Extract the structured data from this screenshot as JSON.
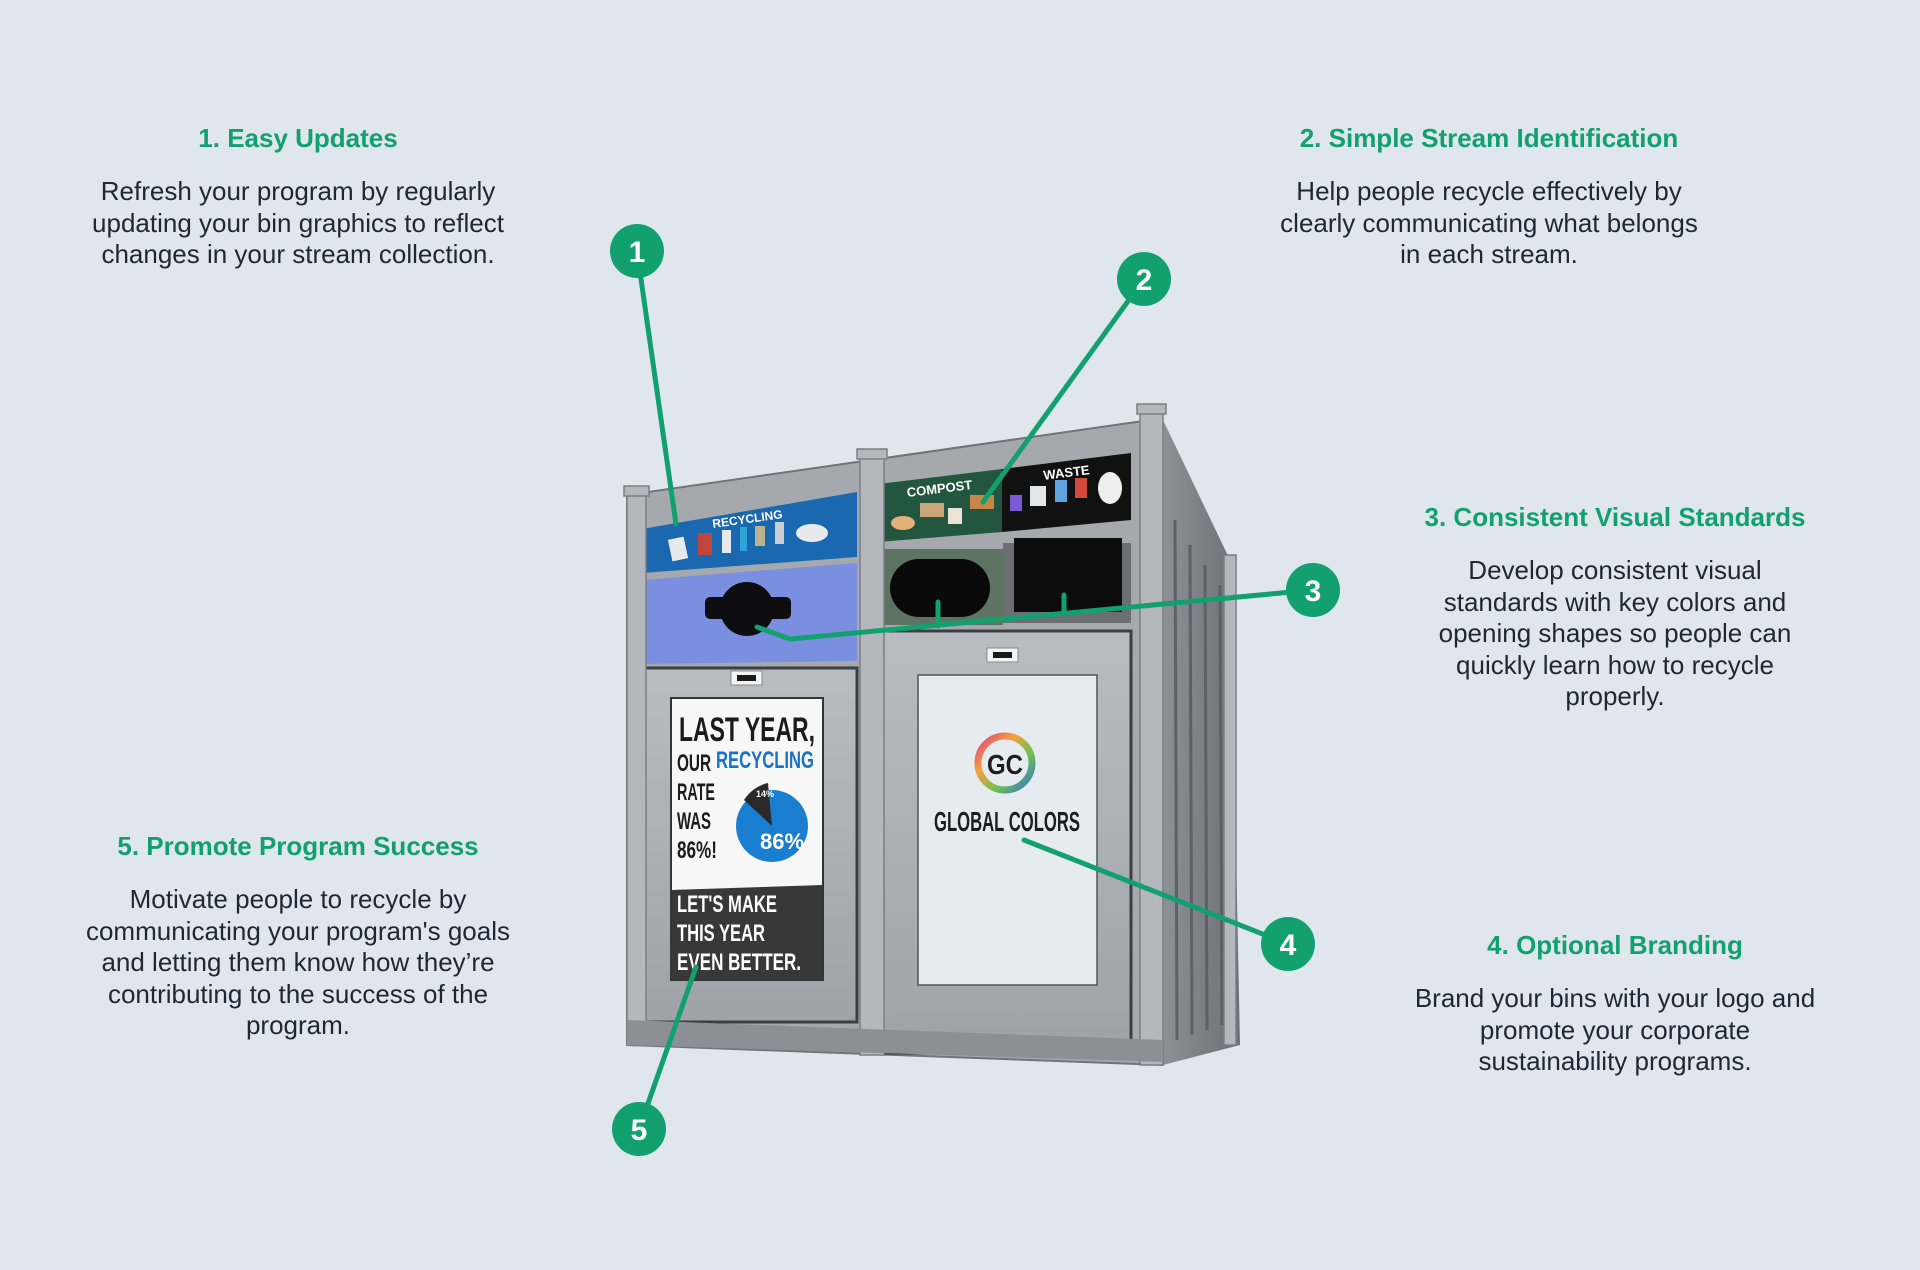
{
  "callouts": [
    {
      "number": "1",
      "title": "1. Easy Updates",
      "body": "Refresh your program by regularly updating your bin graphics to reflect changes in your stream collection."
    },
    {
      "number": "2",
      "title": "2. Simple Stream Identification",
      "body": "Help people recycle effectively by clearly communicating what belongs in each stream."
    },
    {
      "number": "3",
      "title": "3. Consistent Visual Standards",
      "body": "Develop consistent visual standards with key colors and opening shapes so people can quickly learn how to recycle properly."
    },
    {
      "number": "4",
      "title": "4. Optional Branding",
      "body": "Brand your bins with your logo and promote your corporate sustainability programs."
    },
    {
      "number": "5",
      "title": "5. Promote Program Success",
      "body": "Motivate people to recycle by communicating your program's goals and letting them know how they’re contributing to the success of the program."
    }
  ],
  "bin": {
    "recycling_label": "RECYCLING",
    "compost_label": "COMPOST",
    "waste_label": "WASTE",
    "poster": {
      "line1": "LAST YEAR,",
      "line2a": "OUR",
      "line2b": "RECYCLING",
      "line3": "RATE",
      "line4": "WAS",
      "line5": "86%!",
      "pie_small": "14%",
      "pie_large": "86%",
      "bottom1": "LET'S MAKE",
      "bottom2": "THIS YEAR",
      "bottom3": "EVEN BETTER."
    },
    "logo_mark": "GC",
    "logo_text": "GLOBAL COLORS"
  },
  "colors": {
    "background": "#dfe6ed",
    "accent_green": "#13a06f",
    "recycling_blue": "#1a69b0",
    "recycling_opening": "#7b8fe0",
    "compost_green": "#23563f",
    "waste_black": "#111111",
    "bin_grey": "#a9adb3"
  }
}
